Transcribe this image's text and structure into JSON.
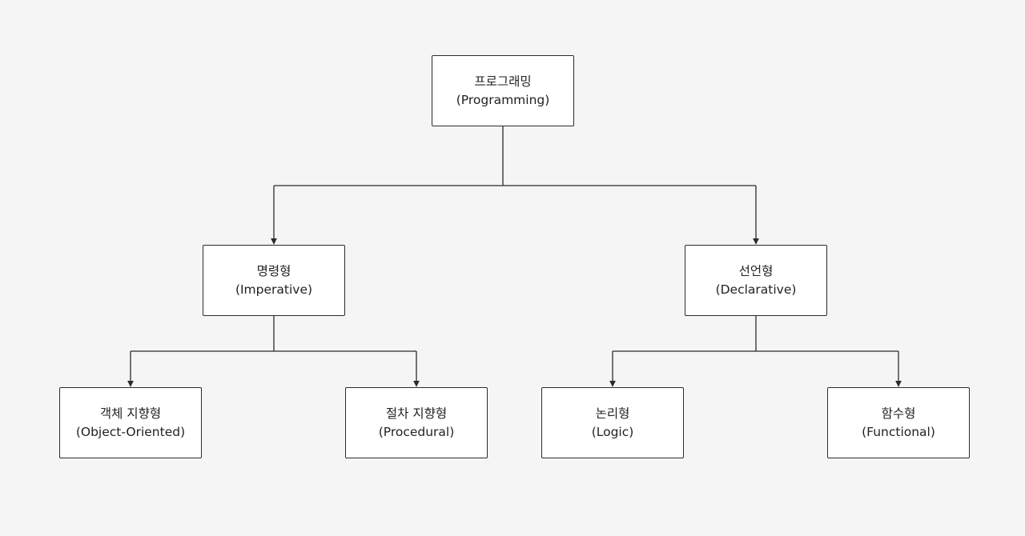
{
  "diagram": {
    "root": {
      "ko": "프로그래밍",
      "en": "(Programming)"
    },
    "imperative": {
      "ko": "명령형",
      "en": "(Imperative)"
    },
    "declarative": {
      "ko": "선언형",
      "en": "(Declarative)"
    },
    "oop": {
      "ko": "객체 지향형",
      "en": "(Object-Oriented)"
    },
    "procedural": {
      "ko": "절차 지향형",
      "en": "(Procedural)"
    },
    "logic": {
      "ko": "논리형",
      "en": "(Logic)"
    },
    "functional": {
      "ko": "함수형",
      "en": "(Functional)"
    }
  },
  "colors": {
    "background": "#f5f5f5",
    "box_fill": "#ffffff",
    "stroke": "#2b2b2b",
    "text": "#222222"
  }
}
